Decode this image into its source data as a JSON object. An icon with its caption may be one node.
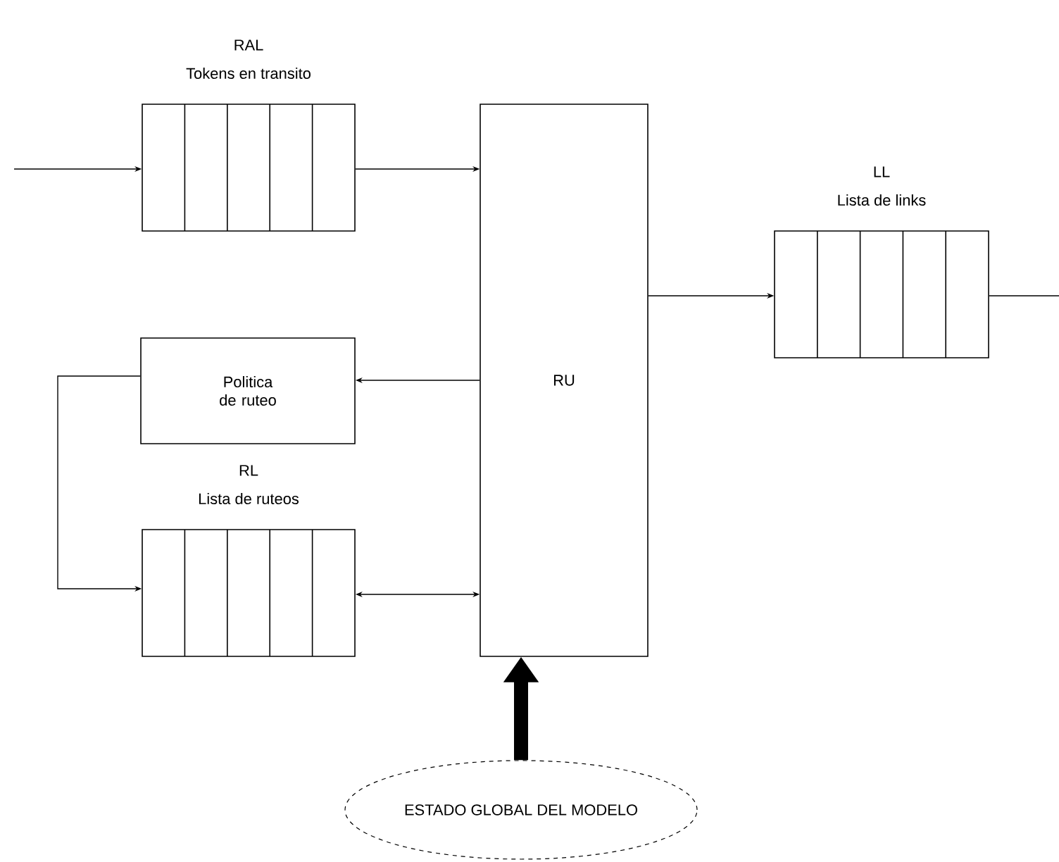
{
  "diagram": {
    "nodes": [
      {
        "text": [
          "RAL",
          "Tokens en transito"
        ]
      },
      {
        "text": [
          "RU"
        ]
      },
      {
        "text": [
          "LL",
          "Lista de links"
        ]
      },
      {
        "text": [
          "Politica de ruteo"
        ]
      },
      {
        "text": [
          "RL",
          "Lista de ruteos"
        ]
      },
      {
        "text": [
          "ESTADO GLOBAL DEL MODELO"
        ]
      }
    ],
    "edges": [
      {
        "from": null,
        "to": 0,
        "arrow": "to"
      },
      {
        "from": 0,
        "to": 1,
        "arrow": "to"
      },
      {
        "from": 1,
        "to": 2,
        "arrow": "to"
      },
      {
        "from": 2,
        "to": null,
        "arrow": "none"
      },
      {
        "from": 1,
        "to": 3,
        "arrow": "to"
      },
      {
        "from": 3,
        "to": 4,
        "arrow": "to"
      },
      {
        "from": 1,
        "to": 4,
        "arrow": "both"
      },
      {
        "from": 5,
        "to": 1,
        "arrow": "to",
        "style": "thick"
      }
    ]
  }
}
